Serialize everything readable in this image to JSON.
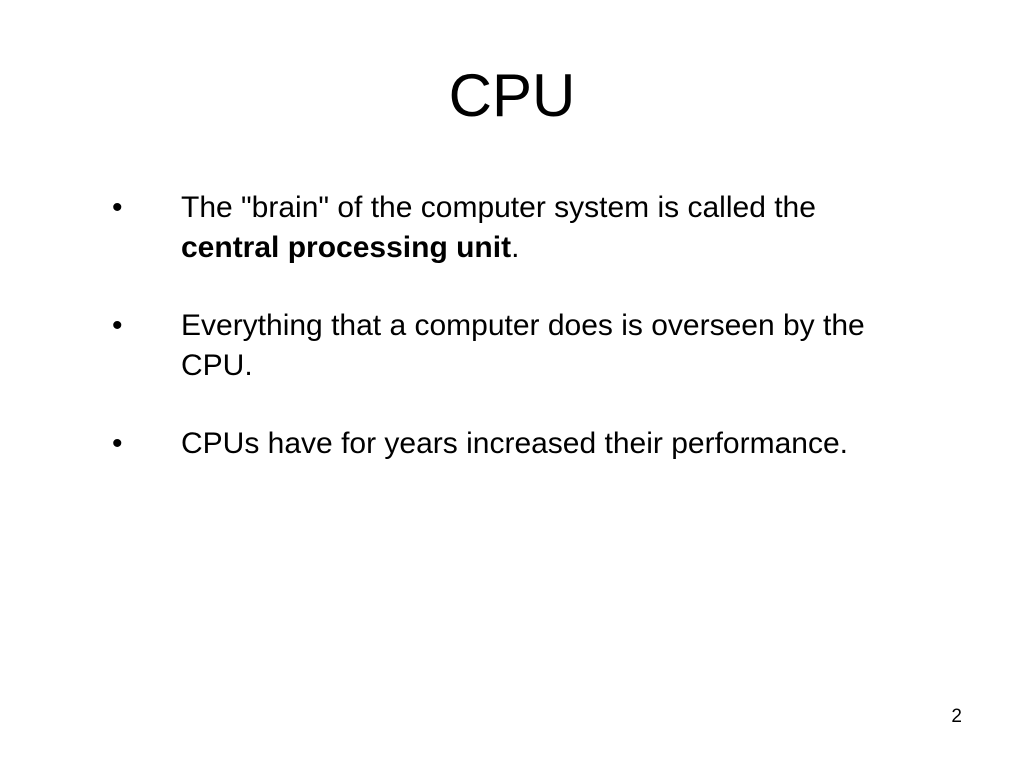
{
  "slide": {
    "title": "CPU",
    "bullet_marker": "•",
    "bullets": [
      {
        "text_before": "The \"brain\" of the computer system is called the ",
        "bold": "central processing unit",
        "text_after": "."
      },
      {
        "text": "Everything that a computer does is overseen by the CPU."
      },
      {
        "text": "CPUs have for years increased their performance."
      }
    ],
    "page_number": "2"
  }
}
